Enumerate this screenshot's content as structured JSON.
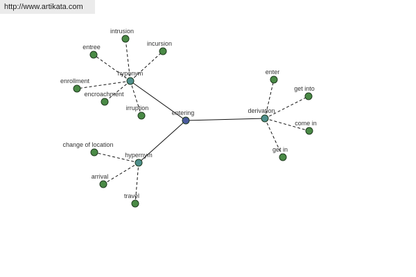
{
  "site_url": "http://www.artikata.com",
  "colors": {
    "root_node": "#4a5a9e",
    "relation_node": "#4e8f8c",
    "leaf_node": "#4a8a46",
    "node_stroke": "#1e3a1e",
    "edge": "#111111"
  },
  "graph": {
    "root": "entering",
    "relations": [
      {
        "label": "hyponym",
        "terms": [
          "intrusion",
          "entree",
          "incursion",
          "enrollment",
          "encroachment",
          "irruption"
        ]
      },
      {
        "label": "hypernym",
        "terms": [
          "change of location",
          "arrival",
          "travel"
        ]
      },
      {
        "label": "derivation",
        "terms": [
          "enter",
          "get into",
          "come in",
          "get in"
        ]
      }
    ]
  }
}
